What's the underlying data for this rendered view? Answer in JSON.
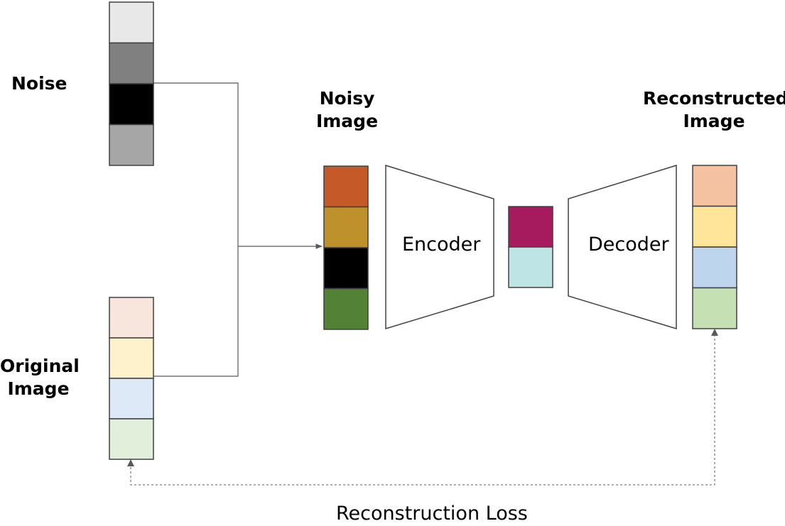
{
  "labels": {
    "noise": "Noise",
    "original_line1": "Original",
    "original_line2": "Image",
    "noisy_line1": "Noisy",
    "noisy_line2": "Image",
    "reconstructed_line1": "Reconstructed",
    "reconstructed_line2": "Image",
    "encoder": "Encoder",
    "decoder": "Decoder",
    "loss": "Reconstruction Loss"
  },
  "colors": {
    "noise": [
      "#e8e8e8",
      "#808080",
      "#000000",
      "#a6a6a6"
    ],
    "original": [
      "#f8e5dc",
      "#fdf2cc",
      "#dde9f6",
      "#e2efda"
    ],
    "noisy": [
      "#c55a28",
      "#bf912d",
      "#000000",
      "#538135"
    ],
    "latent": [
      "#a61b5e",
      "#bfe4e6"
    ],
    "reconstructed": [
      "#f4c2a0",
      "#ffe599",
      "#bdd6ee",
      "#c5e0b3"
    ],
    "line": "#595959",
    "dashed": "#7f7f7f"
  }
}
